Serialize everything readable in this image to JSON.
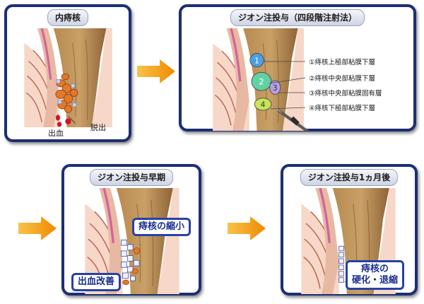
{
  "panel1": {
    "title": "内痔核",
    "bleeding": "出血",
    "prolapse": "脱出"
  },
  "panel2": {
    "title": "ジオン注投与（四段階注射法）",
    "markers": [
      "1",
      "2",
      "3",
      "4"
    ],
    "legend": [
      "①痔核上極部粘膜下層",
      "②痔核中央部粘膜下層",
      "③痔核中央部粘膜固有層",
      "④痔核下極部粘膜下層"
    ]
  },
  "panel3": {
    "title": "ジオン注投与早期",
    "shrink": "痔核の縮小",
    "improve": "出血改善"
  },
  "panel4": {
    "title": "ジオン注投与1ヵ月後",
    "harden_line1": "痔核の",
    "harden_line2": "硬化・退縮"
  },
  "colors": {
    "border": "#1c2f73",
    "arrow": "#f5a31a",
    "callout": "#2741a6"
  }
}
